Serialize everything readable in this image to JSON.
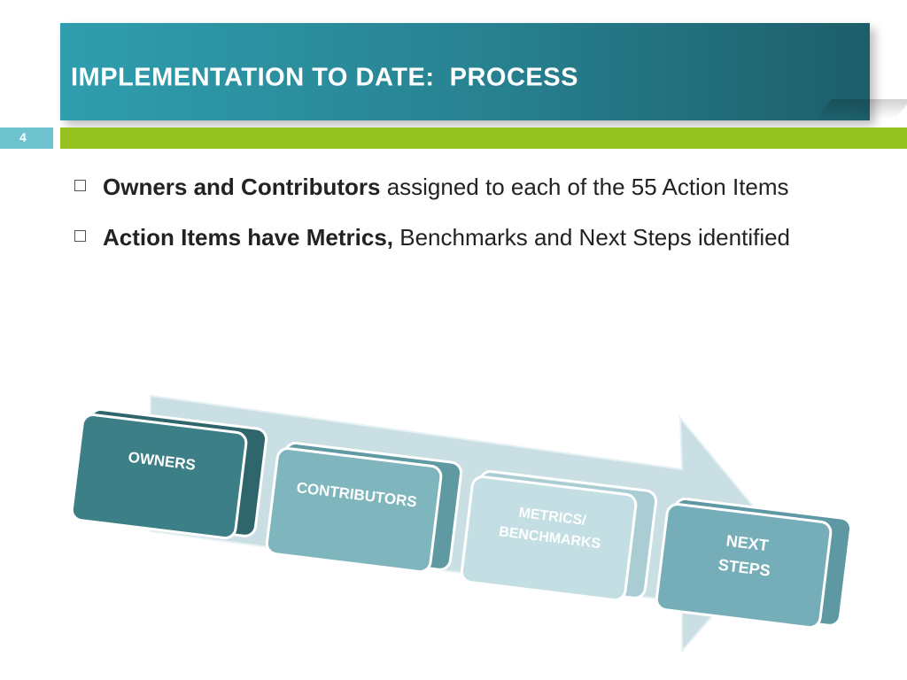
{
  "slide": {
    "title": "IMPLEMENTATION TO DATE:  PROCESS",
    "number": "4"
  },
  "bullets": [
    {
      "bold": "Owners and Contributors",
      "rest": " assigned to each of the 55 Action Items"
    },
    {
      "bold": "Action Items have Metrics,",
      "rest": " Benchmarks and Next Steps identified"
    }
  ],
  "process": {
    "steps": [
      {
        "line1": "OWNERS",
        "line2": ""
      },
      {
        "line1": "CONTRIBUTORS",
        "line2": ""
      },
      {
        "line1": "METRICS/",
        "line2": "BENCHMARKS"
      },
      {
        "line1": "NEXT",
        "line2": "STEPS"
      }
    ]
  },
  "colors": {
    "title_start": "#2f9eae",
    "title_end": "#1d5e6a",
    "accent_green": "#95c11f",
    "number_box": "#6fc3cf",
    "arrow": "#c9dfe4",
    "step_owners": "#3d7f86",
    "step_contributors": "#7fb5bd",
    "step_metrics": "#c3dfe3",
    "step_next": "#75adb8"
  }
}
